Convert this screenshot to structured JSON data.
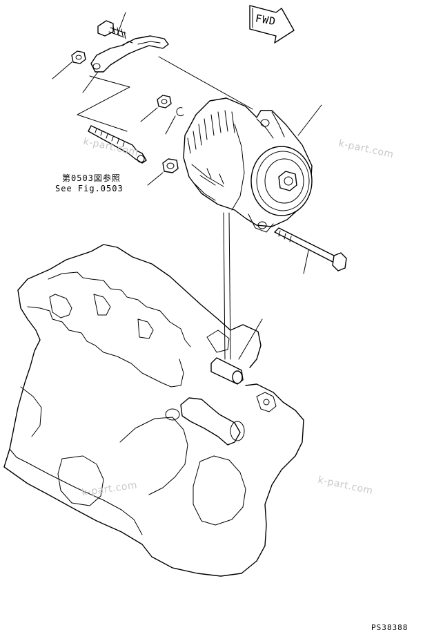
{
  "diagram": {
    "fwd_label": "FWD",
    "reference_jp": "第0503図参照",
    "reference_en": "See Fig.0503",
    "part_code": "PS38388",
    "watermarks": [
      "k-part.com",
      "k-part.com",
      "k-part.com",
      "k-part.com"
    ]
  },
  "parts": [
    "bolt-top",
    "nut-top-left",
    "bracket",
    "stud-bolt",
    "nut-middle",
    "snap-ring",
    "nut-lower",
    "alternator",
    "mounting-bolt",
    "bushing"
  ]
}
